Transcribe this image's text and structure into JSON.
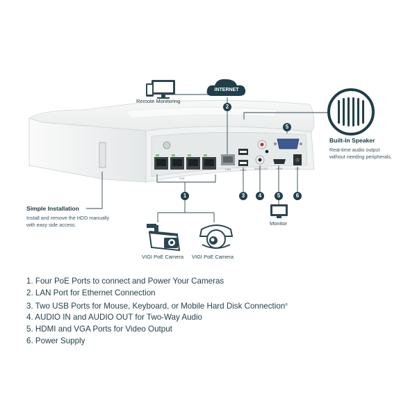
{
  "diagram": {
    "remote_monitoring": "Remote Monitoring",
    "internet": "INTERNET",
    "builtin_speaker": {
      "title": "Built-In Speaker",
      "desc_line1": "Real-time audio output",
      "desc_line2": "without needing peripherals."
    },
    "simple_installation": {
      "title": "Simple Installation",
      "desc_line1": "Install and remove the HDD manually",
      "desc_line2": "with easy side access."
    },
    "monitor": "Monitor",
    "cameras": [
      "VIGI PoE Camera",
      "VIGI PoE Camera"
    ],
    "badges": [
      "1",
      "2",
      "3",
      "4",
      "5",
      "6"
    ],
    "port_labels": {
      "lan": "LAN",
      "poe": "PoE",
      "usb": "USB",
      "audio": "AUDIO OUT",
      "hdmi": "HDMI",
      "power": "12V"
    }
  },
  "legend": {
    "items": [
      "1. Four PoE Ports to connect and Power Your Cameras",
      "2. LAN Port for Ethernet Connection",
      "3. Two USB Ports for Mouse, Keyboard, or Mobile Hard Disk Connection",
      "4. AUDIO IN and AUDIO OUT for Two-Way Audio",
      "5. HDMI and VGA Ports for Video Output",
      "6. Power Supply"
    ],
    "footnote_mark": "®"
  },
  "colors": {
    "accent": "#1f3f4a",
    "device": "#f2f3f3",
    "device_edge": "#d6d9da",
    "panel": "#e9ebec"
  }
}
